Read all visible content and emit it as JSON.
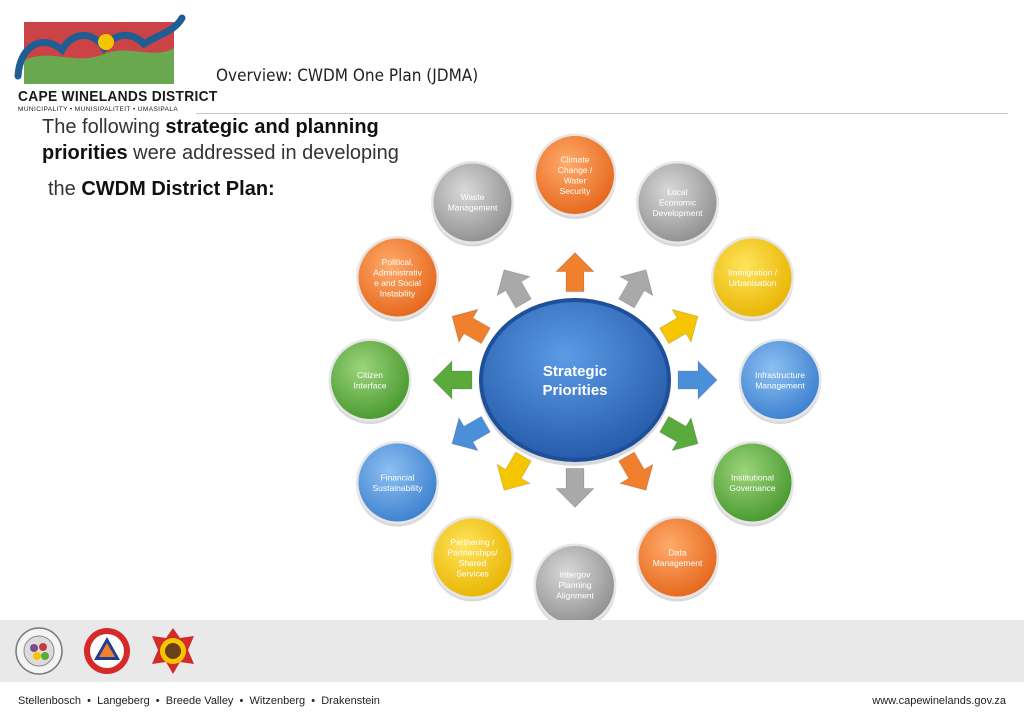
{
  "logo": {
    "name": "CAPE WINELANDS DISTRICT",
    "tagline": "MUNICIPALITY • MUNISIPALITEIT • UMASIPALA"
  },
  "header": {
    "title": "Overview:  CWDM One Plan (JDMA)"
  },
  "intro": {
    "line1_pre": "The following ",
    "line1_bold": "strategic and planning",
    "line2_bold": "priorities",
    "line2_post": " were addressed in developing",
    "line3_pre": "the ",
    "line3_bold": "CWDM District Plan:"
  },
  "diagram": {
    "center_label": [
      "Strategic",
      "Priorities"
    ],
    "priorities": [
      {
        "label": [
          "Climate",
          "Change /",
          "Water",
          "Security"
        ],
        "color": "orange"
      },
      {
        "label": [
          "Local",
          "Economic",
          "Development"
        ],
        "color": "gray"
      },
      {
        "label": [
          "Immigration /",
          "Urbanisation"
        ],
        "color": "yellow"
      },
      {
        "label": [
          "Infrastructure",
          "Management"
        ],
        "color": "blue"
      },
      {
        "label": [
          "Institutional",
          "Governance"
        ],
        "color": "green"
      },
      {
        "label": [
          "Data",
          "Management"
        ],
        "color": "orange"
      },
      {
        "label": [
          "Intergov",
          "Planning",
          "Alignment"
        ],
        "color": "gray"
      },
      {
        "label": [
          "Partnering /",
          "Partnerships/",
          "Shared",
          "Services"
        ],
        "color": "yellow"
      },
      {
        "label": [
          "Financial",
          "Sustainability"
        ],
        "color": "blue"
      },
      {
        "label": [
          "Citizen",
          "Interface"
        ],
        "color": "green"
      },
      {
        "label": [
          "Political,",
          "Administrativ",
          "e and Social",
          "Instability"
        ],
        "color": "orange"
      },
      {
        "label": [
          "Waste",
          "Management"
        ],
        "color": "gray"
      }
    ],
    "arrows": [
      "orange",
      "gray",
      "yellow",
      "blue",
      "green",
      "orange",
      "gray",
      "yellow",
      "blue",
      "green",
      "orange",
      "gray"
    ]
  },
  "palette": {
    "orange": "#f07f2e",
    "gray": "#a9a9a9",
    "yellow": "#f5c600",
    "blue": "#4a8fd8",
    "green": "#5aaa3c",
    "center": "#2f6fc2"
  },
  "footer": {
    "towns": [
      "Stellenbosch",
      "Langeberg",
      "Breede Valley",
      "Witzenberg",
      "Drakenstein"
    ],
    "url": "www.capewinelands.gov.za",
    "emblems": [
      "cape-winelands-seal-icon",
      "disaster-management-icon",
      "fire-services-icon"
    ]
  }
}
